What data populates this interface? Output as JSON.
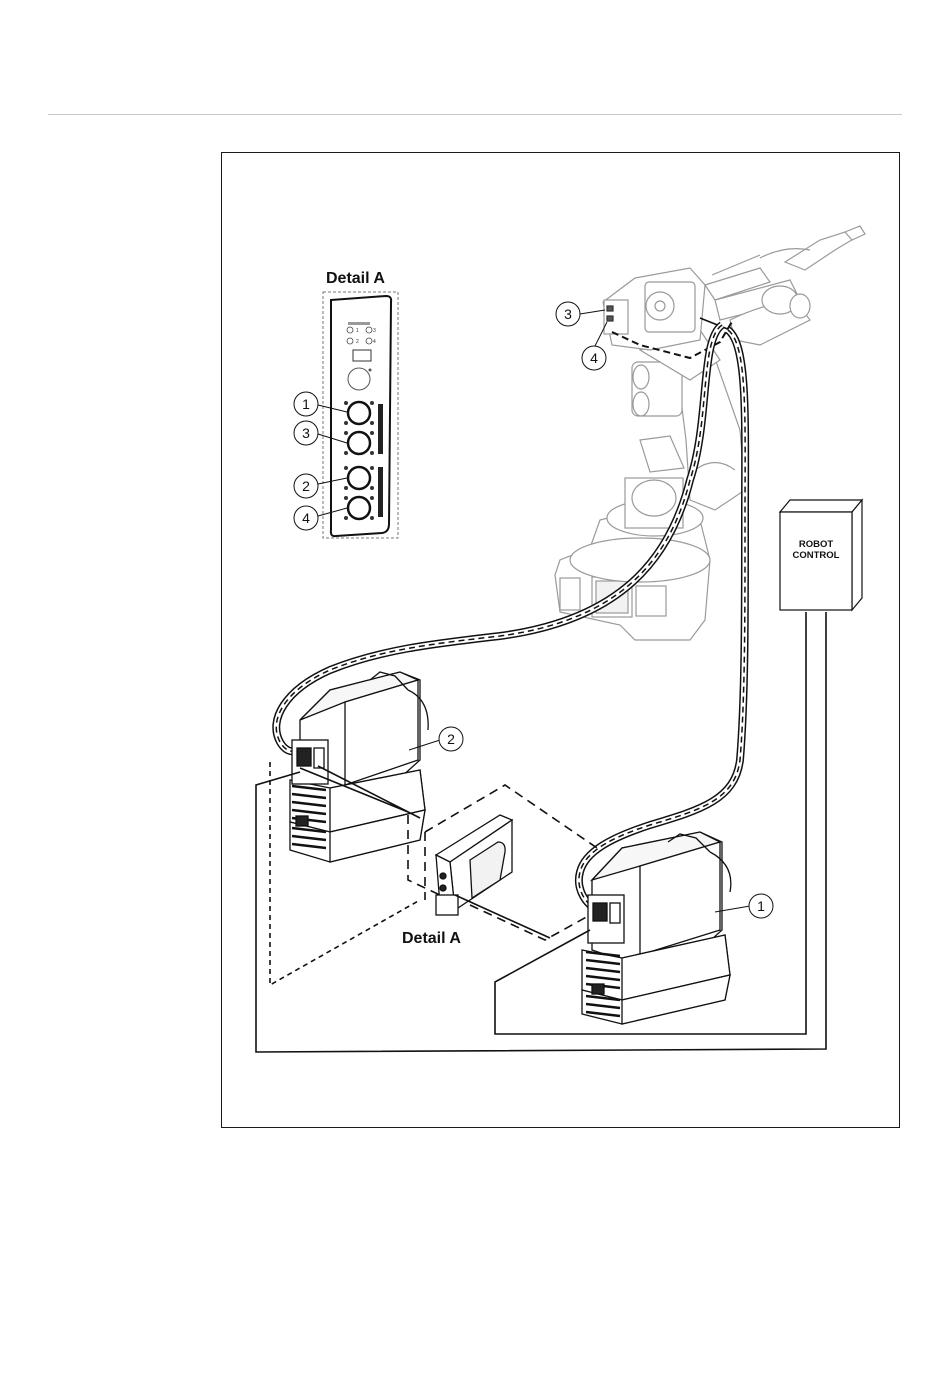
{
  "diagram": {
    "detail_title_top": "Detail A",
    "detail_title_bottom": "Detail A",
    "robot_control_line1": "ROBOT",
    "robot_control_line2": "CONTROL",
    "panel_leds": [
      "1",
      "3",
      "2",
      "4"
    ],
    "callouts": {
      "panel_1": "1",
      "panel_3": "3",
      "panel_2": "2",
      "panel_4": "4",
      "robot_3": "3",
      "robot_4": "4",
      "source_2": "2",
      "source_1": "1"
    }
  }
}
